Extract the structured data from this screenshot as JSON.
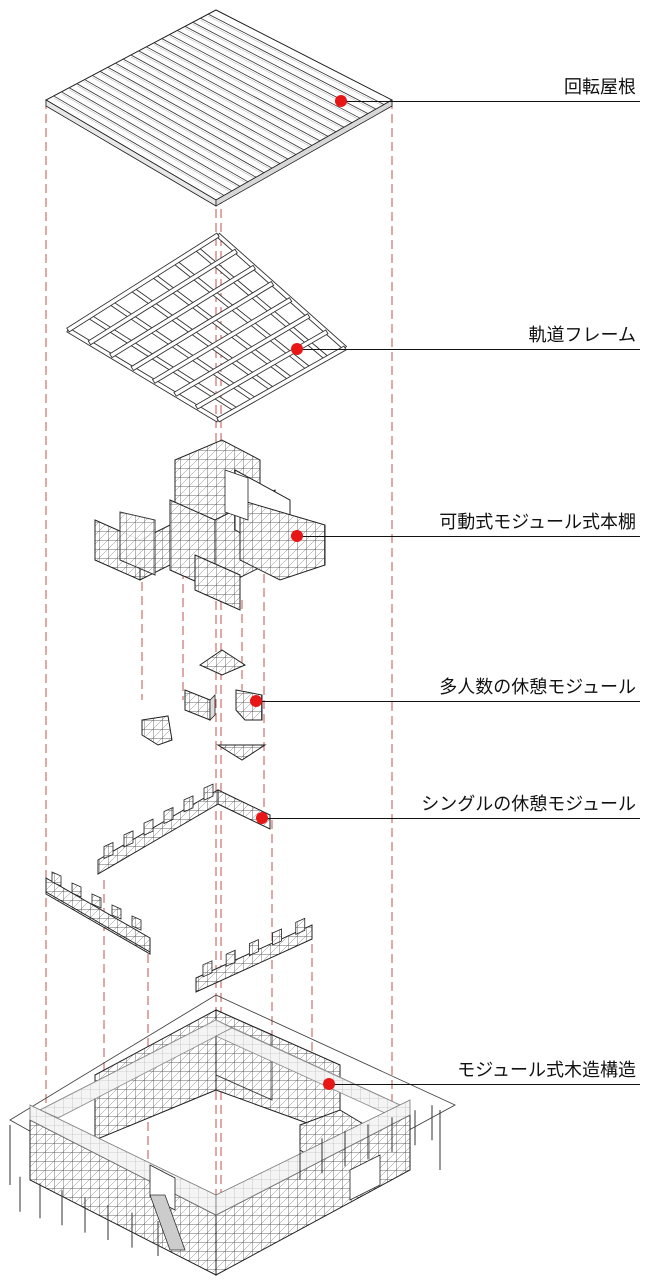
{
  "diagram": {
    "labels": [
      {
        "id": "rotating-roof",
        "text": "回転屋根"
      },
      {
        "id": "rail-frame",
        "text": "軌道フレーム"
      },
      {
        "id": "movable-bookshelf",
        "text": "可動式モジュール式本棚"
      },
      {
        "id": "multi-rest-module",
        "text": "多人数の休憩モジュール"
      },
      {
        "id": "single-rest-module",
        "text": "シングルの休憩モジュール"
      },
      {
        "id": "wooden-structure",
        "text": "モジュール式木造構造"
      }
    ],
    "colors": {
      "marker": "#e81616",
      "guide": "#c0504d",
      "line": "#222222",
      "grid_fill": "#ffffff"
    }
  }
}
